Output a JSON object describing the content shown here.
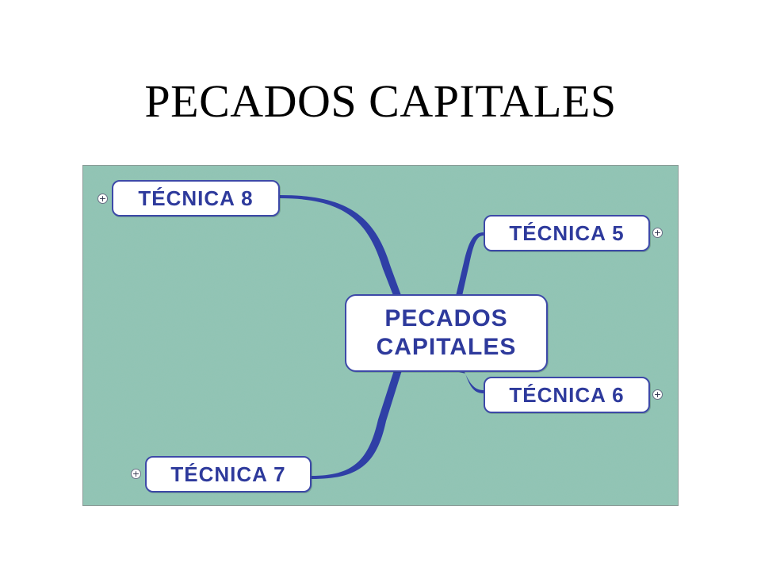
{
  "slide": {
    "title": "PECADOS CAPITALES"
  },
  "mind_map": {
    "background_color": "#8fc4b4",
    "accent_color": "#2e3a9c",
    "central_topic": "PECADOS CAPITALES",
    "branches": [
      {
        "label": "TÉCNICA 8",
        "expander": "+"
      },
      {
        "label": "TÉCNICA 5",
        "expander": "+"
      },
      {
        "label": "TÉCNICA 6",
        "expander": "+"
      },
      {
        "label": "TÉCNICA 7",
        "expander": "+"
      }
    ]
  }
}
